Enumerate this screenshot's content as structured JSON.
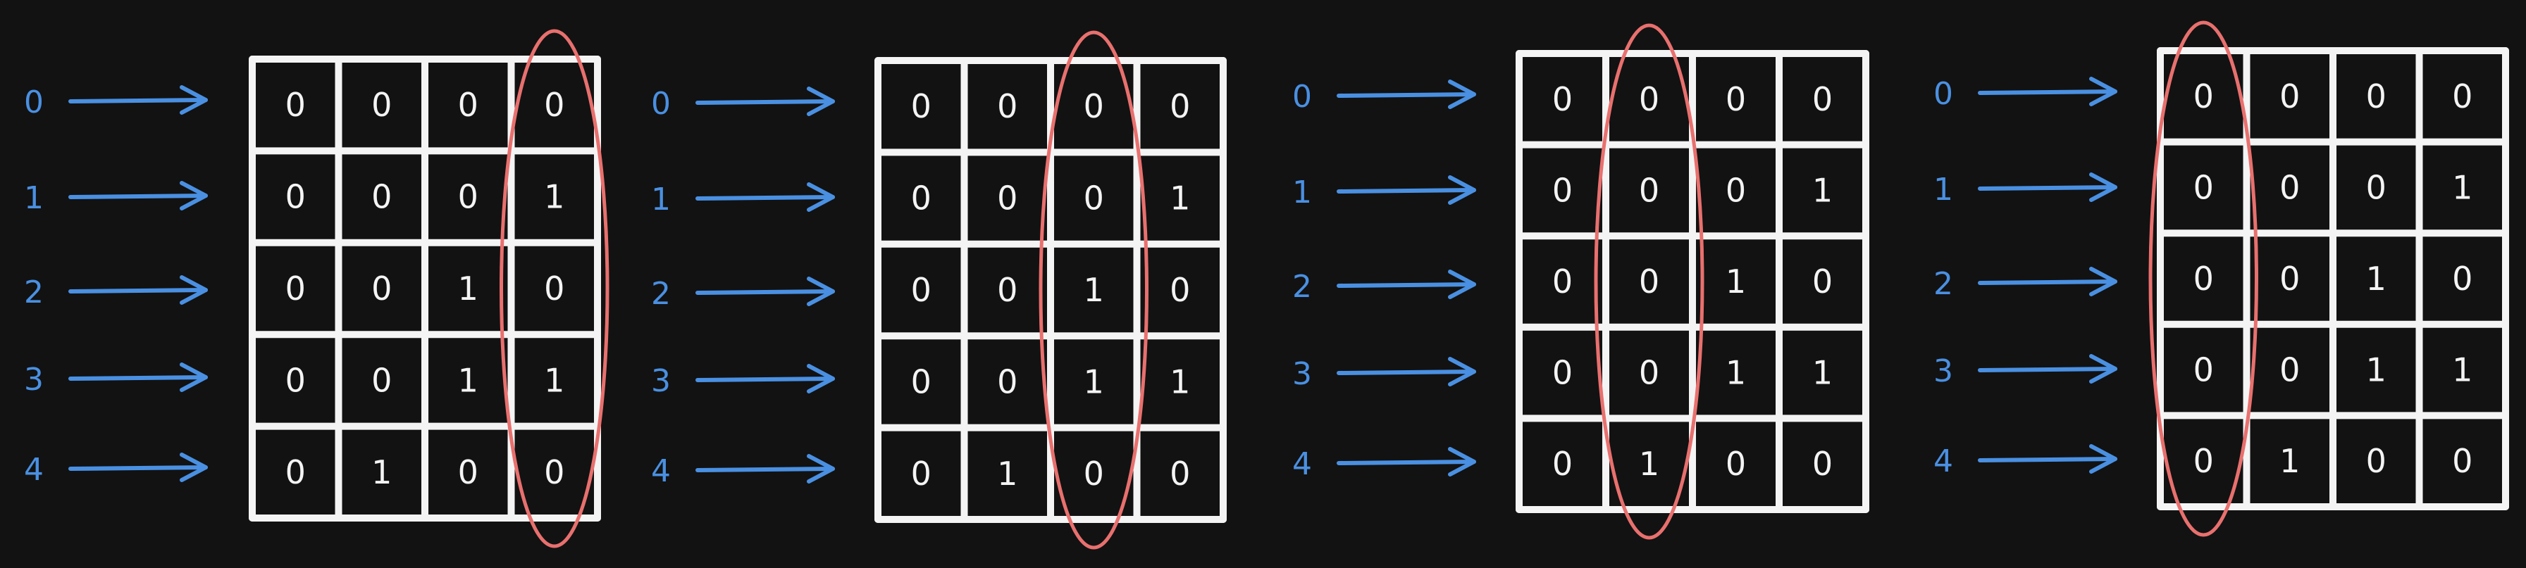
{
  "row_labels": [
    "0",
    "1",
    "2",
    "3",
    "4"
  ],
  "matrices": [
    {
      "highlight_column": 3,
      "cells": [
        [
          "0",
          "0",
          "0",
          "0"
        ],
        [
          "0",
          "0",
          "0",
          "1"
        ],
        [
          "0",
          "0",
          "1",
          "0"
        ],
        [
          "0",
          "0",
          "1",
          "1"
        ],
        [
          "0",
          "1",
          "0",
          "0"
        ]
      ]
    },
    {
      "highlight_column": 2,
      "cells": [
        [
          "0",
          "0",
          "0",
          "0"
        ],
        [
          "0",
          "0",
          "0",
          "1"
        ],
        [
          "0",
          "0",
          "1",
          "0"
        ],
        [
          "0",
          "0",
          "1",
          "1"
        ],
        [
          "0",
          "1",
          "0",
          "0"
        ]
      ]
    },
    {
      "highlight_column": 1,
      "cells": [
        [
          "0",
          "0",
          "0",
          "0"
        ],
        [
          "0",
          "0",
          "0",
          "1"
        ],
        [
          "0",
          "0",
          "1",
          "0"
        ],
        [
          "0",
          "0",
          "1",
          "1"
        ],
        [
          "0",
          "1",
          "0",
          "0"
        ]
      ]
    },
    {
      "highlight_column": 0,
      "cells": [
        [
          "0",
          "0",
          "0",
          "0"
        ],
        [
          "0",
          "0",
          "0",
          "1"
        ],
        [
          "0",
          "0",
          "1",
          "0"
        ],
        [
          "0",
          "0",
          "1",
          "1"
        ],
        [
          "0",
          "1",
          "0",
          "0"
        ]
      ]
    }
  ],
  "colors": {
    "background": "#121212",
    "label": "#4a90e2",
    "grid": "#f4f4f4",
    "highlight": "#e8706e"
  }
}
